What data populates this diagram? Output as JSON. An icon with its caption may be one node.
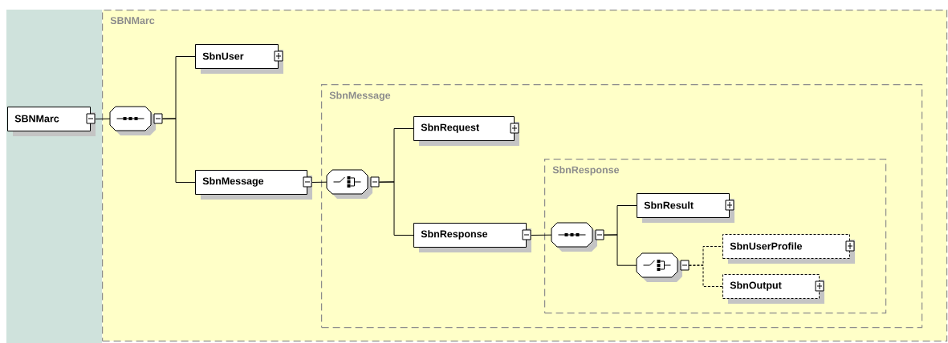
{
  "diagram": {
    "nodes": [
      {
        "text": [
          "SBNMarc"
        ]
      },
      {
        "text": [
          "SBNMarc"
        ]
      },
      {
        "text": [],
        "shape": "octagon",
        "in": 1
      },
      {
        "text": [
          "SbnUser"
        ],
        "in": 1
      },
      {
        "text": [
          "SbnMessage"
        ],
        "in": 1
      },
      {
        "text": [
          "SbnMessage"
        ],
        "in": 1
      },
      {
        "text": [],
        "shape": "octagon",
        "in": 4
      },
      {
        "text": [
          "SbnRequest"
        ],
        "in": 4
      },
      {
        "text": [
          "SbnResponse"
        ],
        "in": 4
      },
      {
        "text": [
          "SbnResponse"
        ],
        "in": 4
      },
      {
        "text": [],
        "shape": "octagon",
        "in": 8
      },
      {
        "text": [
          "SbnResult"
        ],
        "in": 8
      },
      {
        "text": [],
        "shape": "octagon",
        "in": 8
      },
      {
        "text": [
          "SbnUserProfile"
        ],
        "in": 8
      },
      {
        "text": [
          "SbnOutput"
        ],
        "in": 8
      }
    ],
    "edges": [
      {
        "from": 0,
        "to": 2,
        "arrow": "none"
      },
      {
        "from": 2,
        "to": 3,
        "arrow": "none"
      },
      {
        "from": 2,
        "to": 5,
        "arrow": "none"
      },
      {
        "from": 5,
        "to": 6,
        "arrow": "none"
      },
      {
        "from": 6,
        "to": 7,
        "arrow": "none"
      },
      {
        "from": 6,
        "to": 9,
        "arrow": "none"
      },
      {
        "from": 9,
        "to": 10,
        "arrow": "none"
      },
      {
        "from": 10,
        "to": 11,
        "arrow": "none"
      },
      {
        "from": 10,
        "to": 12,
        "arrow": "none"
      },
      {
        "from": 12,
        "to": 13,
        "arrow": "none",
        "style": "dashed"
      },
      {
        "from": 12,
        "to": 14,
        "arrow": "none",
        "style": "dashed"
      }
    ]
  }
}
